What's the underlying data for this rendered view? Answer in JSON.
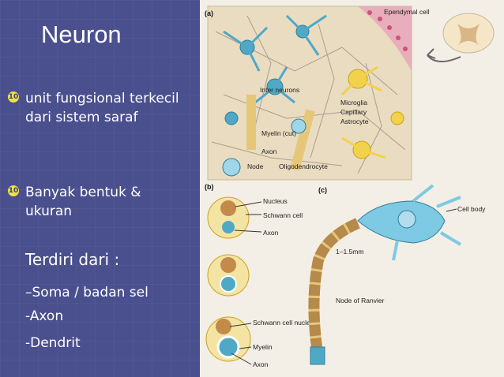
{
  "slide": {
    "title": "Neuron",
    "bullets": [
      "unit fungsional terkecil dari sistem saraf",
      "Banyak bentuk & ukuran"
    ],
    "composition_heading": "Terdiri dari :",
    "components": [
      "–Soma / badan sel",
      "-Axon",
      "-Dendrit"
    ]
  },
  "figure": {
    "panel_a": {
      "label": "(a)",
      "labels": [
        "Ependymal cell",
        "Inter neurons",
        "Microglia",
        "Capillary",
        "Astrocyte",
        "Myelin (cut)",
        "Axon",
        "Node",
        "Oligodendrocyte"
      ]
    },
    "panel_b": {
      "label": "(b)",
      "labels": [
        "Nucleus",
        "Schwann cell",
        "Axon",
        "Schwann cell nucleus",
        "Myelin",
        "Axon"
      ]
    },
    "panel_c": {
      "label": "(c)",
      "labels": [
        "Cell body",
        "1–1.5mm",
        "Node of Ranvier"
      ]
    }
  },
  "colors": {
    "background": "#4a4f8e",
    "text": "#ffffff",
    "bullet": "#f0e04a"
  }
}
